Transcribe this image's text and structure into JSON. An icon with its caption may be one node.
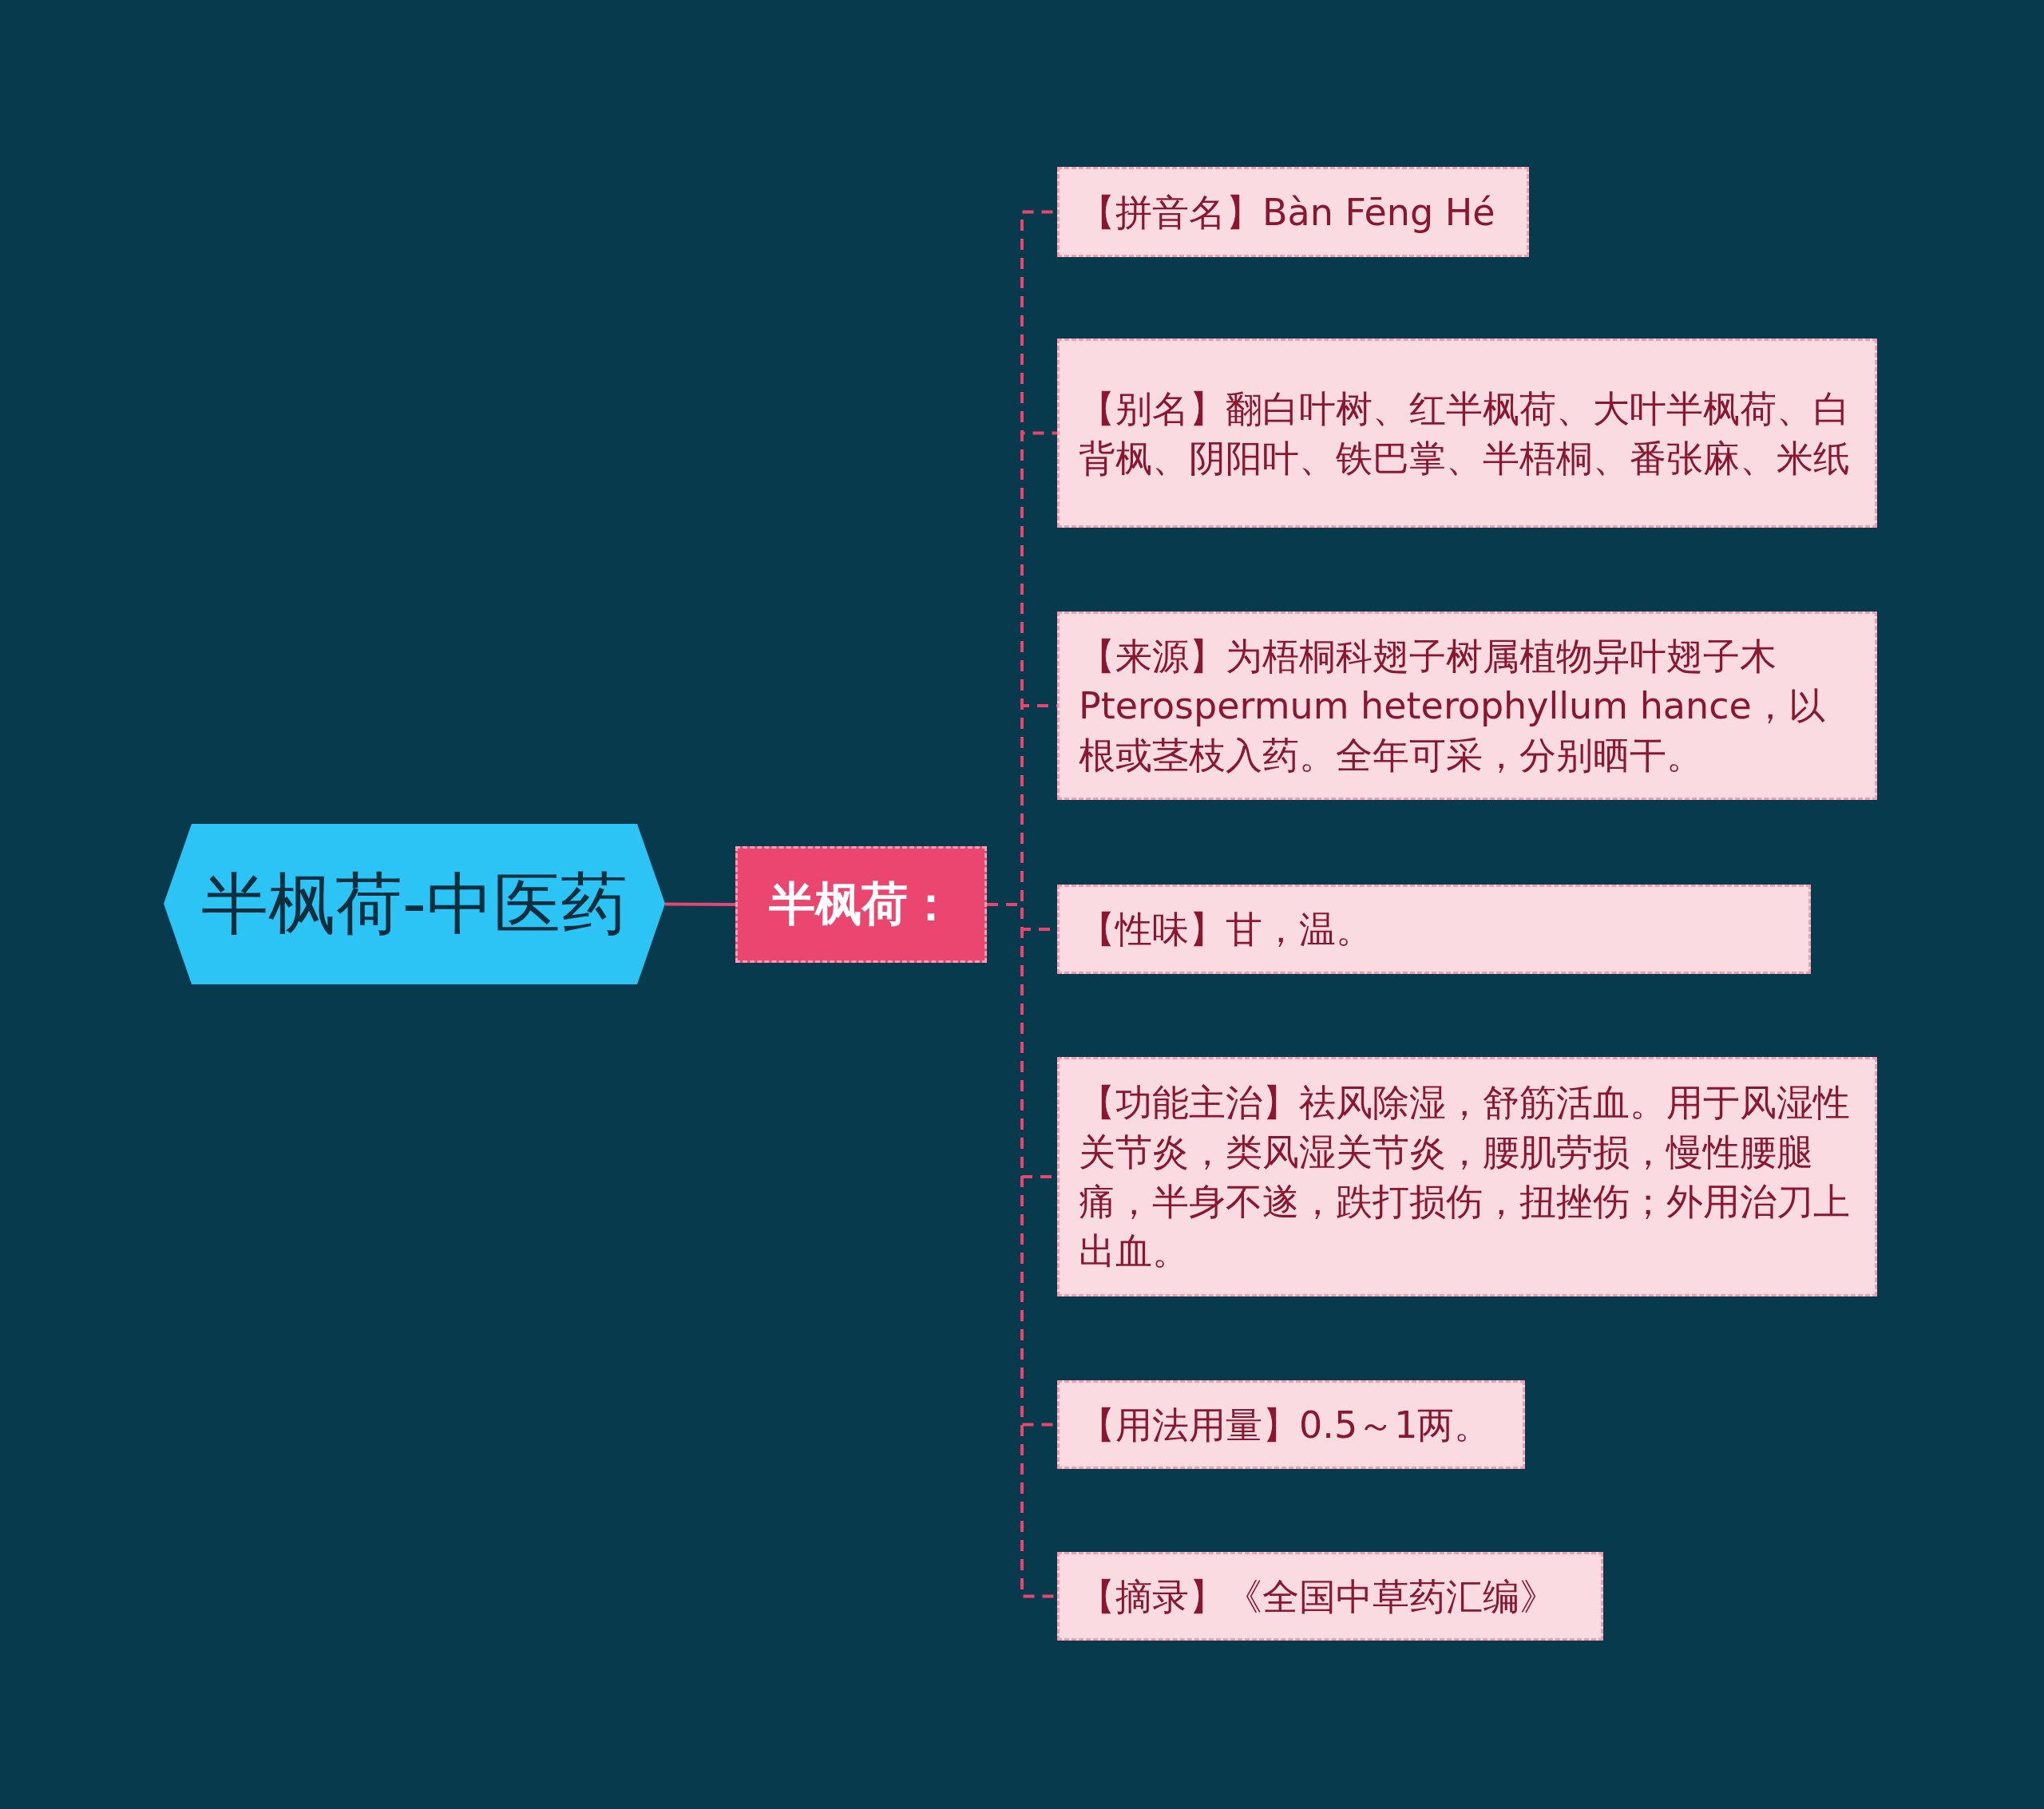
{
  "diagram": {
    "nodes": [
      {
        "text": [
          "半枫荷-中医药"
        ]
      },
      {
        "text": [
          "半枫荷："
        ]
      },
      {
        "text": [
          "【拼音名】Bàn Fēng Hé"
        ]
      },
      {
        "text": [
          "【别名】翻白叶树、红半枫荷、大叶半枫荷、白背枫、阴阳叶、铁巴掌、半梧桐、番张麻、米纸"
        ]
      },
      {
        "text": [
          "【来源】为梧桐科翅子树属植物异叶翅子木Pterospermum heterophyllum hance，以根或茎枝入药。全年可采，分别晒干。"
        ]
      },
      {
        "text": [
          "【性味】甘，温。"
        ]
      },
      {
        "text": [
          "【功能主治】祛风除湿，舒筋活血。用于风湿性关节炎，类风湿关节炎，腰肌劳损，慢性腰腿痛，半身不遂，跌打损伤，扭挫伤；外用治刀上出血。"
        ]
      },
      {
        "text": [
          "【用法用量】0.5～1两。"
        ]
      },
      {
        "text": [
          "【摘录】《全国中草药汇编》"
        ]
      }
    ],
    "edges": [
      {
        "from": 0,
        "to": 1,
        "arrow": "none"
      },
      {
        "from": 1,
        "to": 2,
        "arrow": "none",
        "style": "dashed"
      },
      {
        "from": 1,
        "to": 3,
        "arrow": "none",
        "style": "dashed"
      },
      {
        "from": 1,
        "to": 4,
        "arrow": "none",
        "style": "dashed"
      },
      {
        "from": 1,
        "to": 5,
        "arrow": "none",
        "style": "dashed"
      },
      {
        "from": 1,
        "to": 6,
        "arrow": "none",
        "style": "dashed"
      },
      {
        "from": 1,
        "to": 7,
        "arrow": "none",
        "style": "dashed"
      },
      {
        "from": 1,
        "to": 8,
        "arrow": "none",
        "style": "dashed"
      }
    ]
  }
}
